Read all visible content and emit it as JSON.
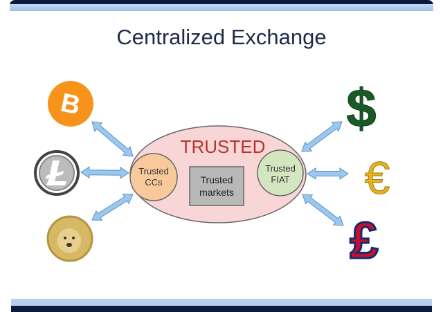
{
  "title": "Centralized Exchange",
  "trusted_label": "TRUSTED",
  "nodes": {
    "ccs": [
      "Trusted",
      "CCs"
    ],
    "markets": [
      "Trusted",
      "markets"
    ],
    "fiat": [
      "Trusted",
      "FIAT"
    ]
  },
  "icons": {
    "bitcoin": "B",
    "dollar": "$",
    "euro": "€",
    "pound": "£"
  },
  "colors": {
    "navy": "#0c1a3d",
    "light_band": "#aecbed",
    "ellipse": "#f9d6d6",
    "trusted": "#b8312f",
    "ccs": "#f8c99a",
    "fiat": "#d3e6c0",
    "markets": "#b8b8b8",
    "arrow": "#9cc8f0"
  }
}
